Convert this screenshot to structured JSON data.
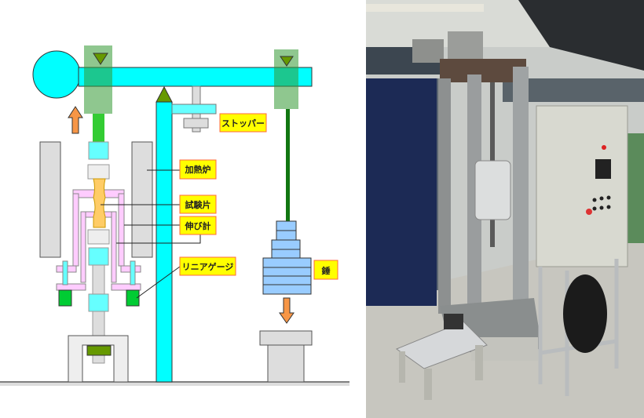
{
  "diagram": {
    "labels": {
      "stopper": "ストッパー",
      "furnace": "加熱炉",
      "specimen": "試験片",
      "extensometer": "伸び計",
      "linear_gauge": "リニアゲージ",
      "weight": "錘"
    },
    "colors": {
      "beam": "#00ffff",
      "label_fill": "#ffff00",
      "label_border": "#ff6a3d",
      "arrow": "#f79646",
      "weight": "#99ccff",
      "specimen": "#ffcc66",
      "extensometer": "#ffccff",
      "gauge": "#00cc33"
    }
  },
  "photo": {
    "subject": "creep-testing-machine-photo"
  }
}
